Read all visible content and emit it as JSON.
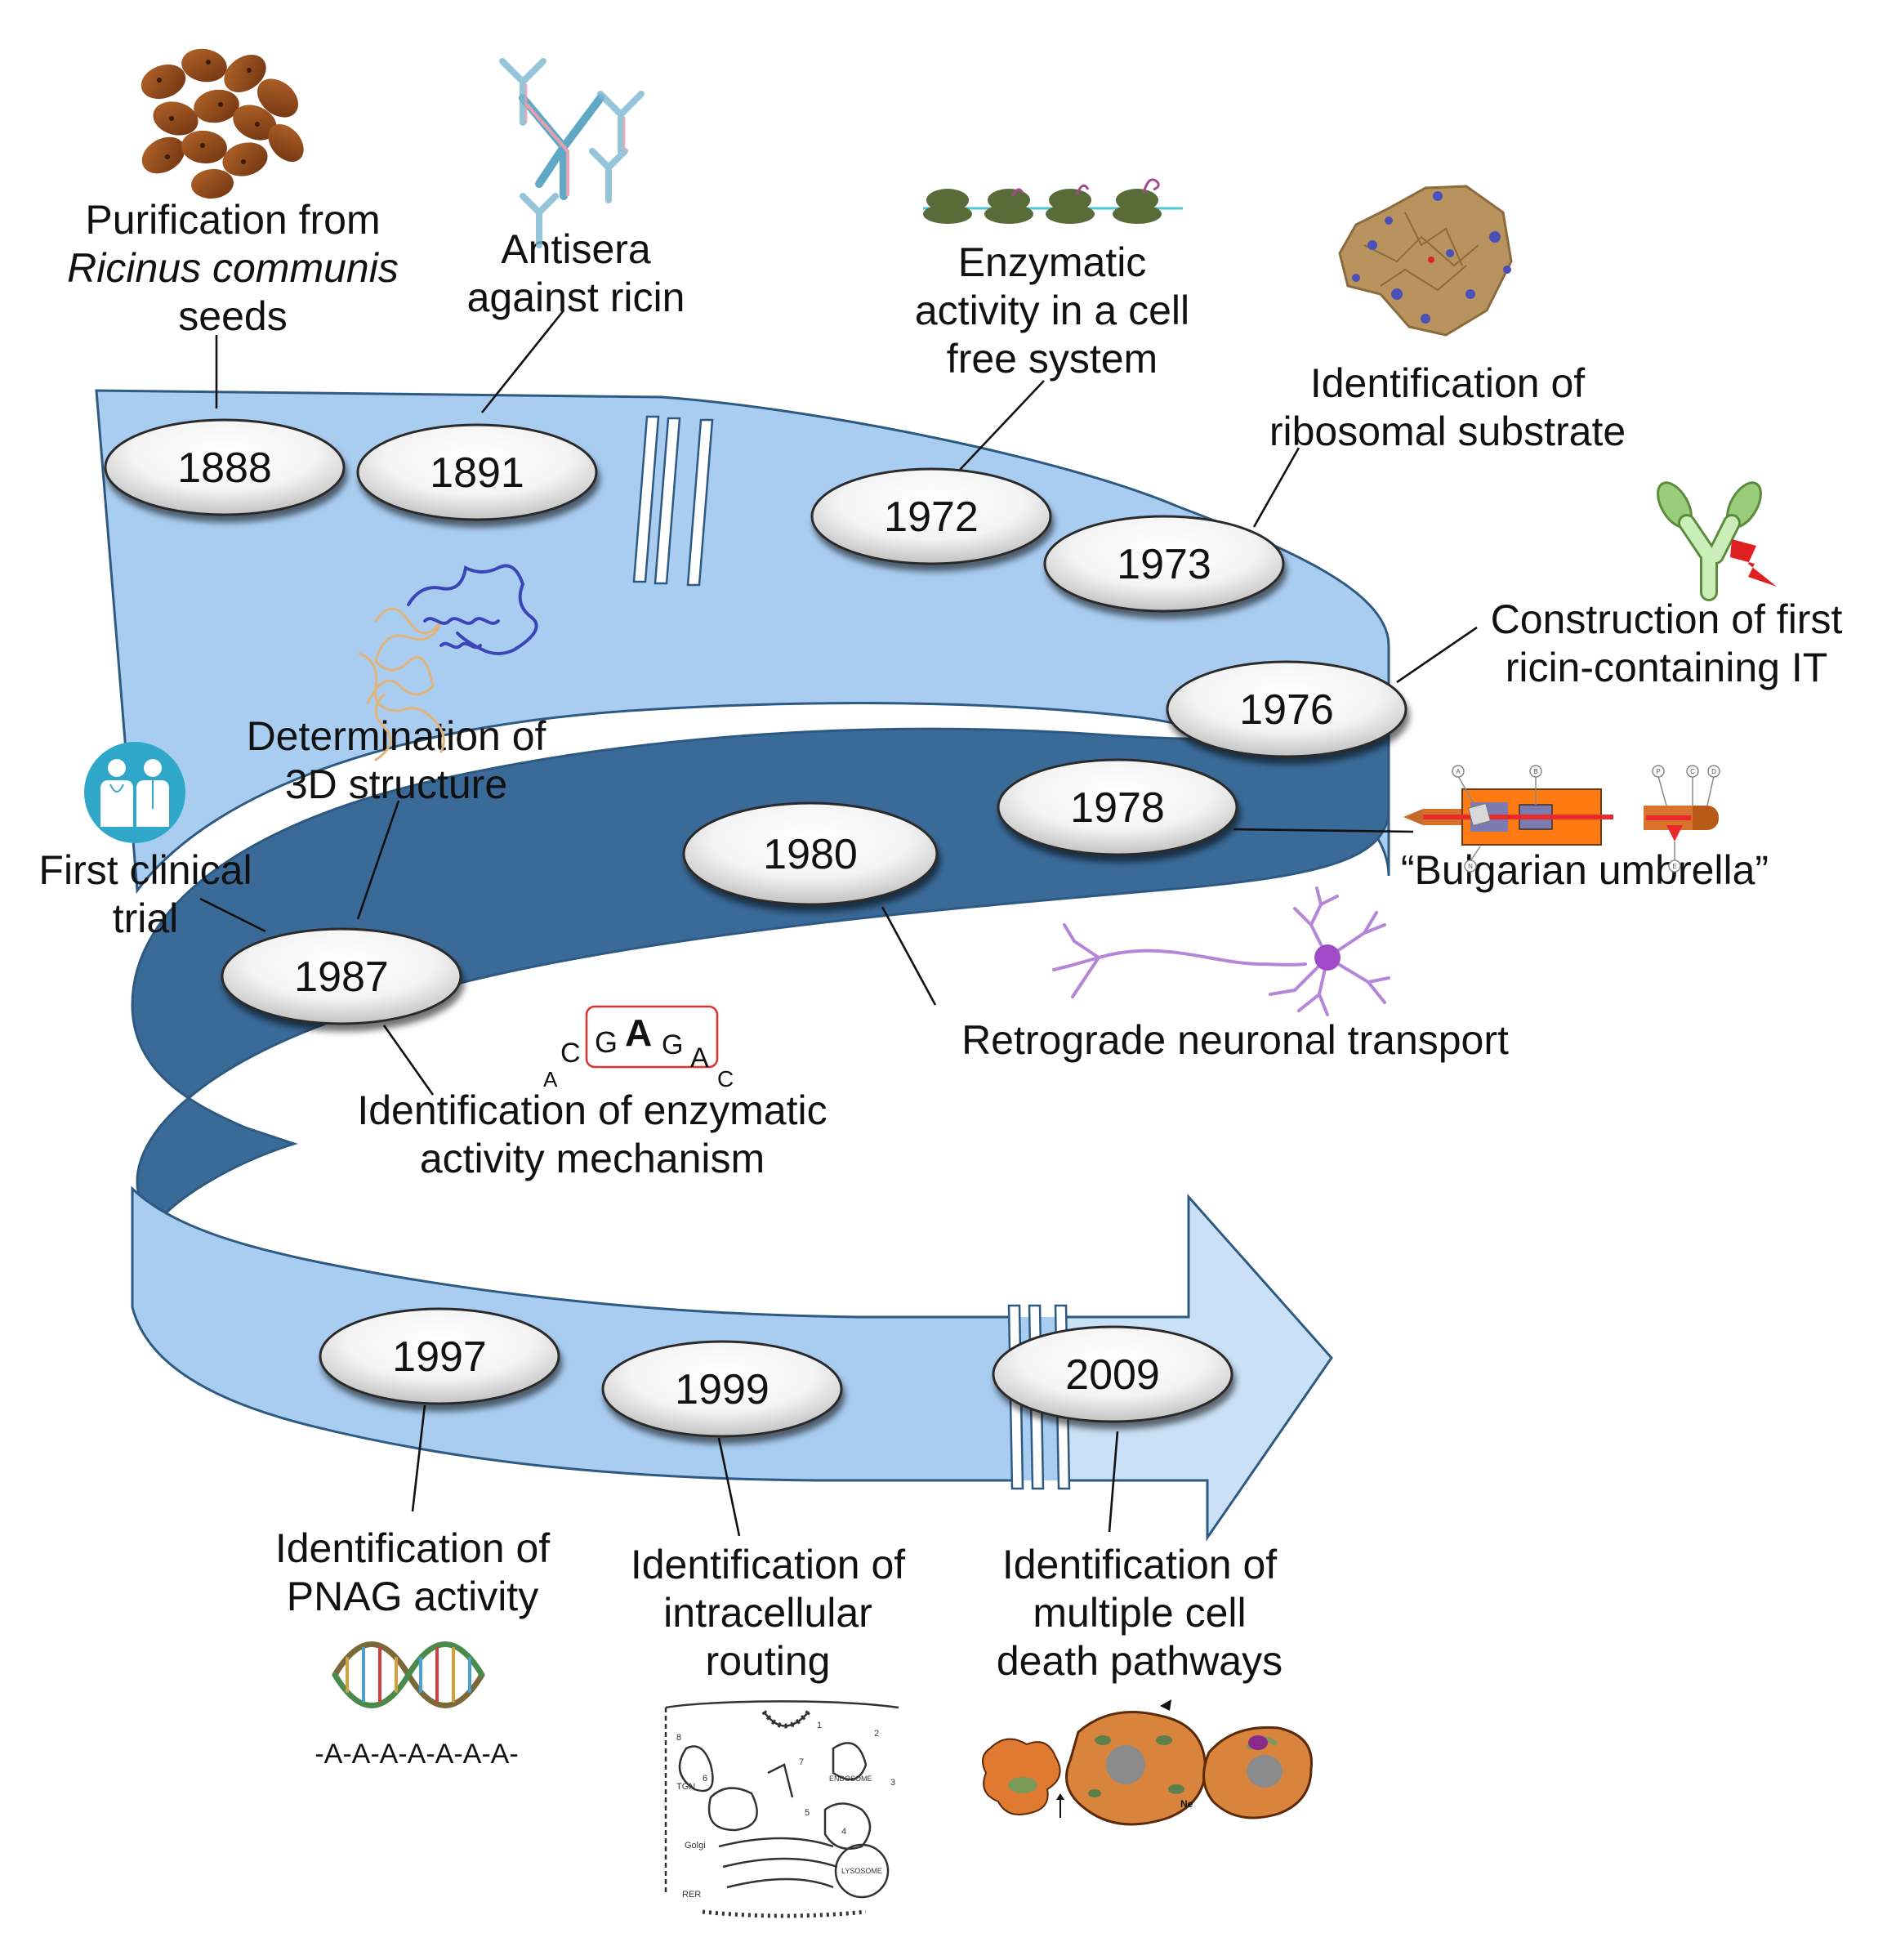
{
  "colors": {
    "band_light": "#a9cdf1",
    "band_dark": "#3a6a98",
    "band_edge": "#2e5a82",
    "arrow_head": "#c9e0f6",
    "oval_fill": "#ffffff"
  },
  "events": [
    {
      "year": "1888",
      "label_lines": [
        "Purification from",
        "Ricinus communis",
        "seeds"
      ],
      "icon": "castor-seeds-icon"
    },
    {
      "year": "1891",
      "label_lines": [
        "Antisera",
        "against ricin"
      ],
      "icon": "antibody-icon"
    },
    {
      "year": "1972",
      "label_lines": [
        "Enzymatic",
        "activity in a cell",
        "free system"
      ],
      "icon": "ribosomes-on-mrna-icon"
    },
    {
      "year": "1973",
      "label_lines": [
        "Identification of",
        "ribosomal substrate"
      ],
      "icon": "ribosome-structure-icon"
    },
    {
      "year": "1976",
      "label_lines": [
        "Construction of first",
        "ricin-containing IT"
      ],
      "icon": "immunotoxin-icon"
    },
    {
      "year": "1978",
      "label_lines": [
        "“Bulgarian umbrella”"
      ],
      "icon": "umbrella-pellet-icon"
    },
    {
      "year": "1980",
      "label_lines": [
        "Retrograde neuronal transport"
      ],
      "icon": "neuron-icon"
    },
    {
      "year": "1987",
      "label_lines": [
        "Determination of",
        "3D structure"
      ],
      "icon": "protein-3d-structure-icon"
    },
    {
      "year": "1987",
      "label_lines": [
        "First clinical",
        "trial"
      ],
      "icon": "clinicians-icon"
    },
    {
      "year": "1987",
      "label_lines": [
        "Identification of enzymatic",
        "activity mechanism"
      ],
      "icon": "gaga-loop-icon"
    },
    {
      "year": "1997",
      "label_lines": [
        "Identification of",
        "PNAG activity"
      ],
      "icon": "dna-helix-icon"
    },
    {
      "year": "1999",
      "label_lines": [
        "Identification of",
        "intracellular",
        "routing"
      ],
      "icon": "cell-routing-diagram-icon"
    },
    {
      "year": "2009",
      "label_lines": [
        "Identification of",
        "multiple cell",
        "death pathways"
      ],
      "icon": "dying-cells-icon"
    }
  ],
  "gaga_text": {
    "a1": "A",
    "c1": "C",
    "g1": "G",
    "a2": "A",
    "g2": "G",
    "a3": "A",
    "c2": "C"
  },
  "dna_sequence": "-A-A-A-A-A-A-A-",
  "routing_labels": {
    "tgn": "TGN",
    "golgi": "Golgi",
    "rer": "RER",
    "endosome": "ENDOSOME",
    "lysosome": "LYSOSOME",
    "n1": "1",
    "n2": "2",
    "n3": "3",
    "n4": "4",
    "n5": "5",
    "n6": "6",
    "n7": "7",
    "n8": "8"
  },
  "umbrella_markers": {
    "a": "A",
    "b": "B",
    "n": "N",
    "p": "P",
    "c": "C",
    "d": "D",
    "e": "E"
  },
  "cell_death_label": "Ne"
}
